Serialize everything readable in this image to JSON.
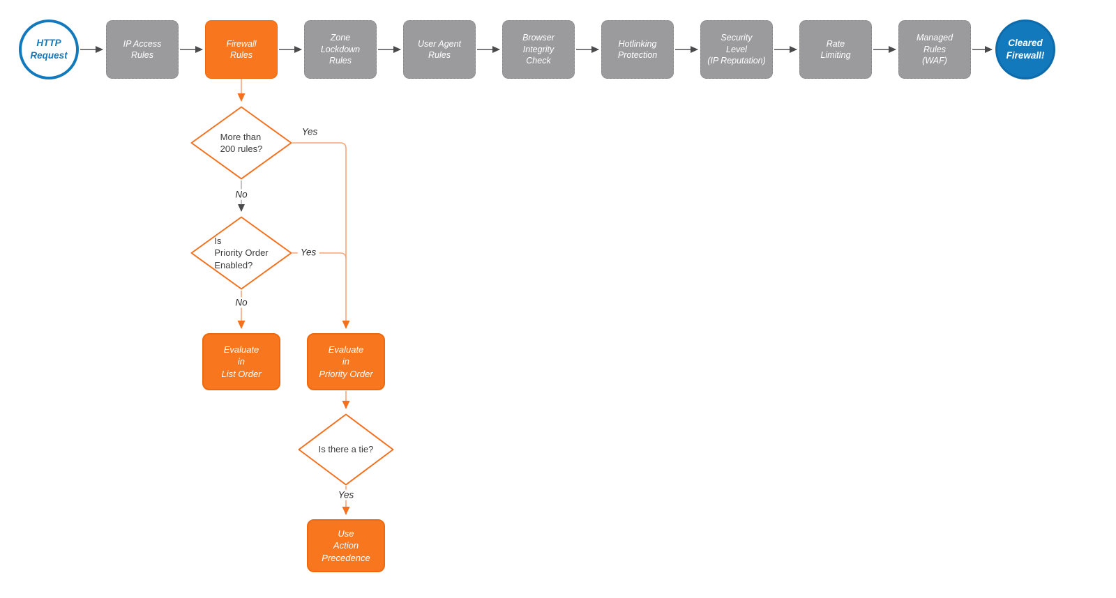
{
  "colors": {
    "accent_orange": "#F8771E",
    "orange_border": "#EE690E",
    "line_orange": "#F9A477",
    "arrow_orange": "#F4701D",
    "node_gray": "#9B9B9D",
    "arrow_gray": "#4A4A4D",
    "line_gray_light": "#A9A9AC",
    "accent_blue": "#1379BD",
    "text_dark": "#3A3A3A"
  },
  "pipeline": [
    {
      "id": "http-request",
      "label": "HTTP\nRequest",
      "shape": "circle"
    },
    {
      "id": "ip-access-rules",
      "label": "IP Access\nRules",
      "shape": "box"
    },
    {
      "id": "firewall-rules",
      "label": "Firewall\nRules",
      "shape": "box-highlight"
    },
    {
      "id": "zone-lockdown-rules",
      "label": "Zone\nLockdown\nRules",
      "shape": "box"
    },
    {
      "id": "user-agent-rules",
      "label": "User Agent\nRules",
      "shape": "box"
    },
    {
      "id": "browser-integrity-check",
      "label": "Browser\nIntegrity\nCheck",
      "shape": "box"
    },
    {
      "id": "hotlinking-protection",
      "label": "Hotlinking\nProtection",
      "shape": "box"
    },
    {
      "id": "security-level",
      "label": "Security\nLevel\n(IP Reputation)",
      "shape": "box"
    },
    {
      "id": "rate-limiting",
      "label": "Rate\nLimiting",
      "shape": "box"
    },
    {
      "id": "managed-rules-waf",
      "label": "Managed\nRules\n(WAF)",
      "shape": "box"
    },
    {
      "id": "cleared-firewall",
      "label": "Cleared\nFirewall!",
      "shape": "circle-filled"
    }
  ],
  "firewall_flow": {
    "decision_rule_count": {
      "label": "More than\n200 rules?",
      "yes": "Yes",
      "no": "No"
    },
    "decision_priority_order": {
      "label": "Is\nPriority Order\nEnabled?",
      "yes": "Yes",
      "no": "No"
    },
    "evaluate_list_order": {
      "label": "Evaluate\nin\nList Order"
    },
    "evaluate_priority_order": {
      "label": "Evaluate\nin\nPriority Order"
    },
    "decision_tie": {
      "label": "Is there a tie?",
      "yes": "Yes"
    },
    "use_action_precedence": {
      "label": "Use\nAction\nPrecedence"
    }
  }
}
